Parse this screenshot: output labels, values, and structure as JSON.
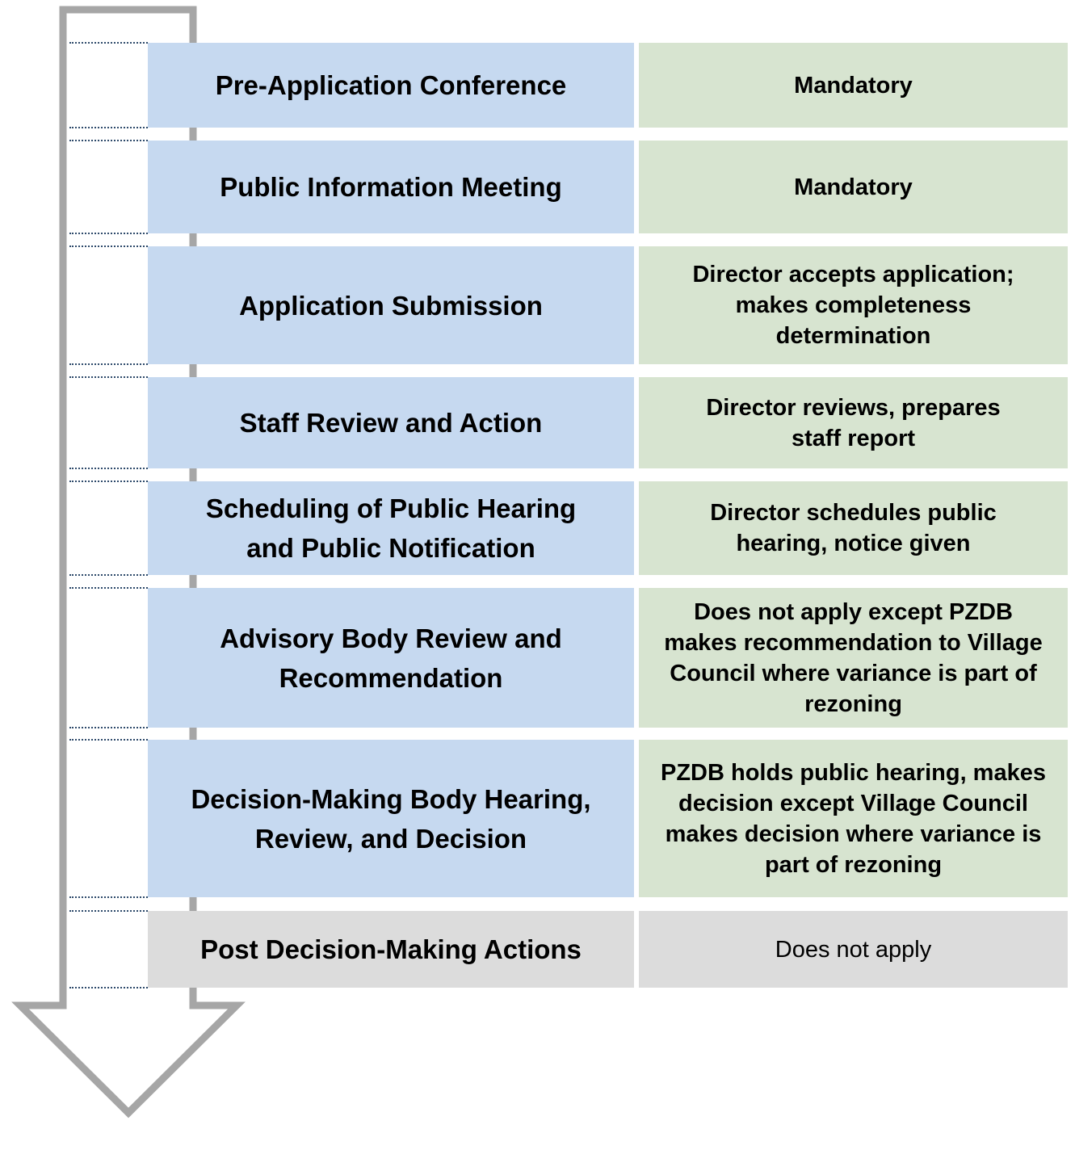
{
  "diagram": {
    "type": "process-flow",
    "direction_indicator": "down-arrow",
    "colors": {
      "step_fill": "#c6d9f0",
      "detail_fill": "#d7e4d0",
      "inactive_fill": "#dcdcdc",
      "arrow_stroke": "#a6a6a6",
      "separator": "#2e4a6b"
    },
    "steps": [
      {
        "label": "Pre-Application Conference",
        "detail": "Mandatory",
        "applies": true
      },
      {
        "label": "Public Information Meeting",
        "detail": "Mandatory",
        "applies": true
      },
      {
        "label": "Application Submission",
        "detail": "Director accepts application; makes completeness determination",
        "applies": true
      },
      {
        "label": "Staff Review and Action",
        "detail": "Director reviews, prepares staff report",
        "applies": true
      },
      {
        "label": "Scheduling of Public Hearing and Public Notification",
        "detail": "Director schedules public hearing, notice given",
        "applies": true
      },
      {
        "label": "Advisory Body Review and Recommendation",
        "detail": "Does not apply except PZDB makes recommendation to Village Council where variance is part of rezoning",
        "applies": true
      },
      {
        "label": "Decision-Making Body Hearing, Review, and Decision",
        "detail": "PZDB holds public hearing, makes decision except Village Council makes decision where variance is part of rezoning",
        "applies": true
      },
      {
        "label": "Post Decision-Making Actions",
        "detail": "Does not apply",
        "applies": false
      }
    ]
  }
}
